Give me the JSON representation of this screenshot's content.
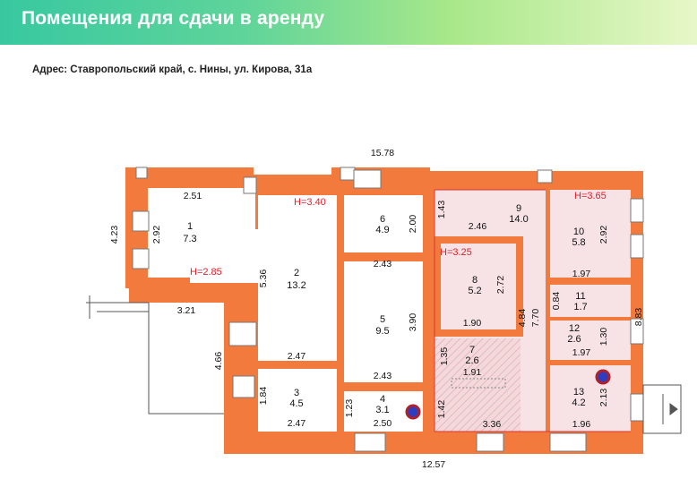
{
  "header": {
    "title": "Помещения для сдачи в аренду"
  },
  "address": "Адрес: Ставропольский край,  с. Нины, ул. Кирова, 31а",
  "plan": {
    "overall_dims": {
      "top": "15.78",
      "bottom": "12.57",
      "left_upper": "4.23",
      "left_lower": "4.66",
      "right": "8.83"
    },
    "heights": {
      "h1": "H=3.40",
      "h2": "H=2.85",
      "h3": "H=3.25",
      "h4": "H=3.65"
    },
    "rooms": [
      {
        "num": "1",
        "area": "7.3"
      },
      {
        "num": "2",
        "area": "13.2"
      },
      {
        "num": "3",
        "area": "4.5"
      },
      {
        "num": "4",
        "area": "3.1"
      },
      {
        "num": "5",
        "area": "9.5"
      },
      {
        "num": "6",
        "area": "4.9"
      },
      {
        "num": "7",
        "area": "2.6"
      },
      {
        "num": "8",
        "area": "5.2"
      },
      {
        "num": "9",
        "area": "14.0"
      },
      {
        "num": "10",
        "area": "5.8"
      },
      {
        "num": "11",
        "area": "1.7"
      },
      {
        "num": "12",
        "area": "2.6"
      },
      {
        "num": "13",
        "area": "4.2"
      }
    ],
    "dims": {
      "r1_w": "2.51",
      "r1_h": "2.92",
      "r1_bottom": "3.21",
      "r2_h": "5.36",
      "r2_w": "2.47",
      "r3_h": "1.84",
      "r3_w": "2.47",
      "r4_h": "1.23",
      "r4_w": "2.50",
      "r5_w_top": "2.43",
      "r5_h": "3.90",
      "r5_w_bottom": "2.43",
      "r6_h": "2.00",
      "r9_h": "1.43",
      "r9_w": "2.46",
      "r9_h2": "4.84",
      "r9_h3": "7.70",
      "r9_bottom": "3.36",
      "r9_h4": "1.42",
      "r7_h": "1.35",
      "r7_w": "1.91",
      "r8_w": "1.90",
      "r8_h": "2.72",
      "r10_h": "2.92",
      "r10_w": "1.97",
      "r11_h": "0.84",
      "r12_h": "1.30",
      "r12_w": "1.97",
      "r13_h": "2.13",
      "r13_w": "1.96"
    }
  }
}
